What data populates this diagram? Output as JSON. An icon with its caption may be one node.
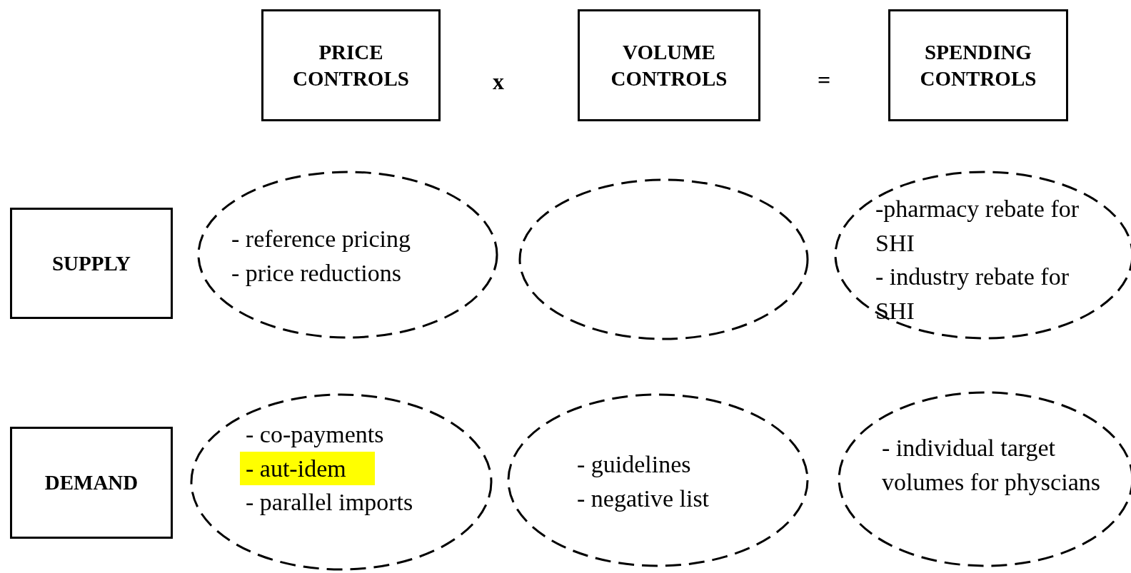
{
  "diagram": {
    "nodes": [
      {
        "text": [
          "PRICE CONTROLS"
        ]
      },
      {
        "text": [
          "VOLUME CONTROLS"
        ]
      },
      {
        "text": [
          "SPENDING CONTROLS"
        ]
      },
      {
        "text": [
          "SUPPLY"
        ]
      },
      {
        "text": [
          "- reference pricing",
          "- price reductions"
        ]
      },
      {
        "text": [],
        "shape": "ellipse"
      },
      {
        "text": [
          "-pharmacy rebate for SHI",
          "- industry rebate for SHI"
        ]
      },
      {
        "text": [
          "DEMAND"
        ]
      },
      {
        "text": [
          "- co-payments",
          "- aut-idem",
          "- parallel imports"
        ]
      },
      {
        "text": [
          "- guidelines",
          "- negative list"
        ]
      },
      {
        "text": [
          "- individual target volumes for physcians"
        ]
      }
    ],
    "labels": [
      "x",
      "="
    ]
  }
}
